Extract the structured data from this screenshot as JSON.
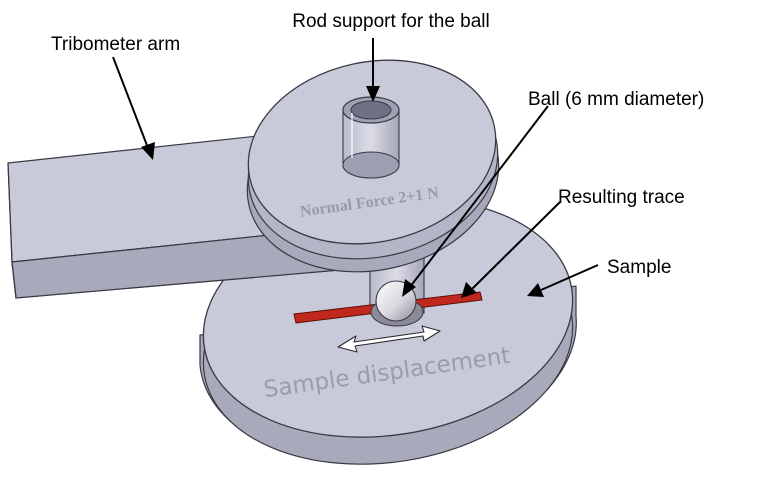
{
  "labels": {
    "rod_support": "Rod support for the ball",
    "tribometer_arm": "Tribometer arm",
    "ball": "Ball (6 mm diameter)",
    "resulting_trace": "Resulting trace",
    "sample": "Sample"
  },
  "engraved": {
    "normal_force": "Normal Force 2+1 N",
    "sample_displacement": "Sample displacement"
  },
  "colors": {
    "part_face": "#c9cad9",
    "part_side": "#a8a9bb",
    "part_edge": "#3a3a44",
    "trace": "#c0281e",
    "trace_edge": "#5a0d08"
  }
}
